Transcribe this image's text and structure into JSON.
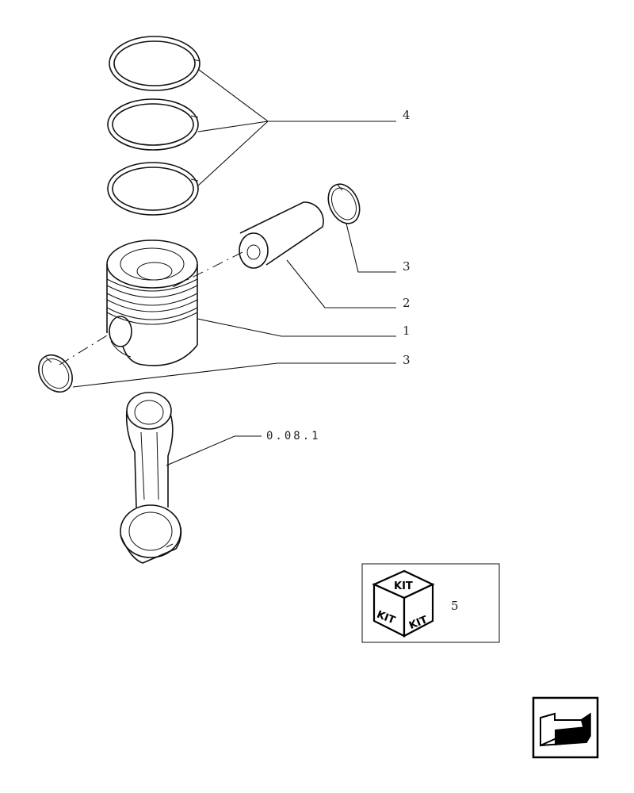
{
  "callouts": {
    "rings": "4",
    "snap_ring_top": "3",
    "pin": "2",
    "piston": "1",
    "snap_ring_bottom": "3",
    "conrod_ref": "0.08.1",
    "kit_ref": "5"
  },
  "kit_box": {
    "top_label": "KIT",
    "left_label": "KIT",
    "right_label": "KIT"
  },
  "nav": {
    "icon": "back-arrow-icon"
  },
  "colors": {
    "line": "#111111",
    "background": "#ffffff"
  }
}
